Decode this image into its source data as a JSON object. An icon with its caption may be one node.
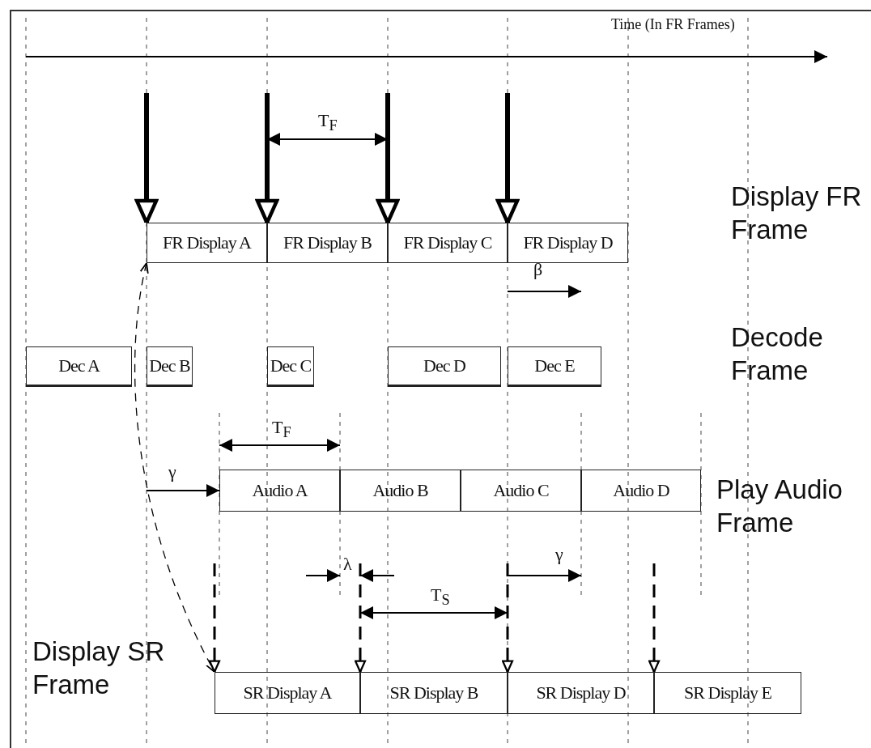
{
  "diagram": {
    "nodes": [
      {
        "text": [
          "FR Display A"
        ]
      },
      {
        "text": [
          "FR Display B"
        ]
      },
      {
        "text": [
          "FR Display C"
        ]
      },
      {
        "text": [
          "FR Display D"
        ]
      },
      {
        "text": [
          "Dec A"
        ]
      },
      {
        "text": [
          "Dec B"
        ]
      },
      {
        "text": [
          "Dec C"
        ]
      },
      {
        "text": [
          "Dec D"
        ]
      },
      {
        "text": [
          "Dec E"
        ]
      },
      {
        "text": [
          "Audio A"
        ]
      },
      {
        "text": [
          "Audio B"
        ]
      },
      {
        "text": [
          "Audio C"
        ]
      },
      {
        "text": [
          "Audio D"
        ]
      },
      {
        "text": [
          "SR Display A"
        ]
      },
      {
        "text": [
          "SR Display B"
        ]
      },
      {
        "text": [
          "SR Display D"
        ]
      },
      {
        "text": [
          "SR Display E"
        ]
      }
    ],
    "edges": [
      {
        "from": null,
        "to": 0,
        "arrow": "to",
        "style": "thick"
      },
      {
        "from": null,
        "to": 1,
        "arrow": "to",
        "style": "thick"
      },
      {
        "from": null,
        "to": 2,
        "arrow": "to",
        "style": "thick"
      },
      {
        "from": null,
        "to": 3,
        "arrow": "to",
        "style": "thick"
      },
      {
        "from": 0,
        "to": 13,
        "arrow": "both",
        "style": "dashed"
      },
      {
        "from": null,
        "to": 13,
        "arrow": "to",
        "style": "dashed"
      },
      {
        "from": null,
        "to": 14,
        "arrow": "to",
        "style": "dashed"
      },
      {
        "from": null,
        "to": 15,
        "arrow": "to",
        "style": "dashed"
      },
      {
        "from": null,
        "to": 16,
        "arrow": "to",
        "style": "dashed"
      },
      {
        "from": null,
        "to": 9,
        "arrow": "to"
      }
    ],
    "labels": [
      "Time (In FR Frames)",
      "Display FR Frame",
      "T$_{F}$",
      "β",
      "Decode Frame",
      "T$_{F}$",
      "γ",
      "Play Audio Frame",
      "λ",
      "γ",
      "T$_{S}$",
      "Display SR Frame"
    ]
  }
}
